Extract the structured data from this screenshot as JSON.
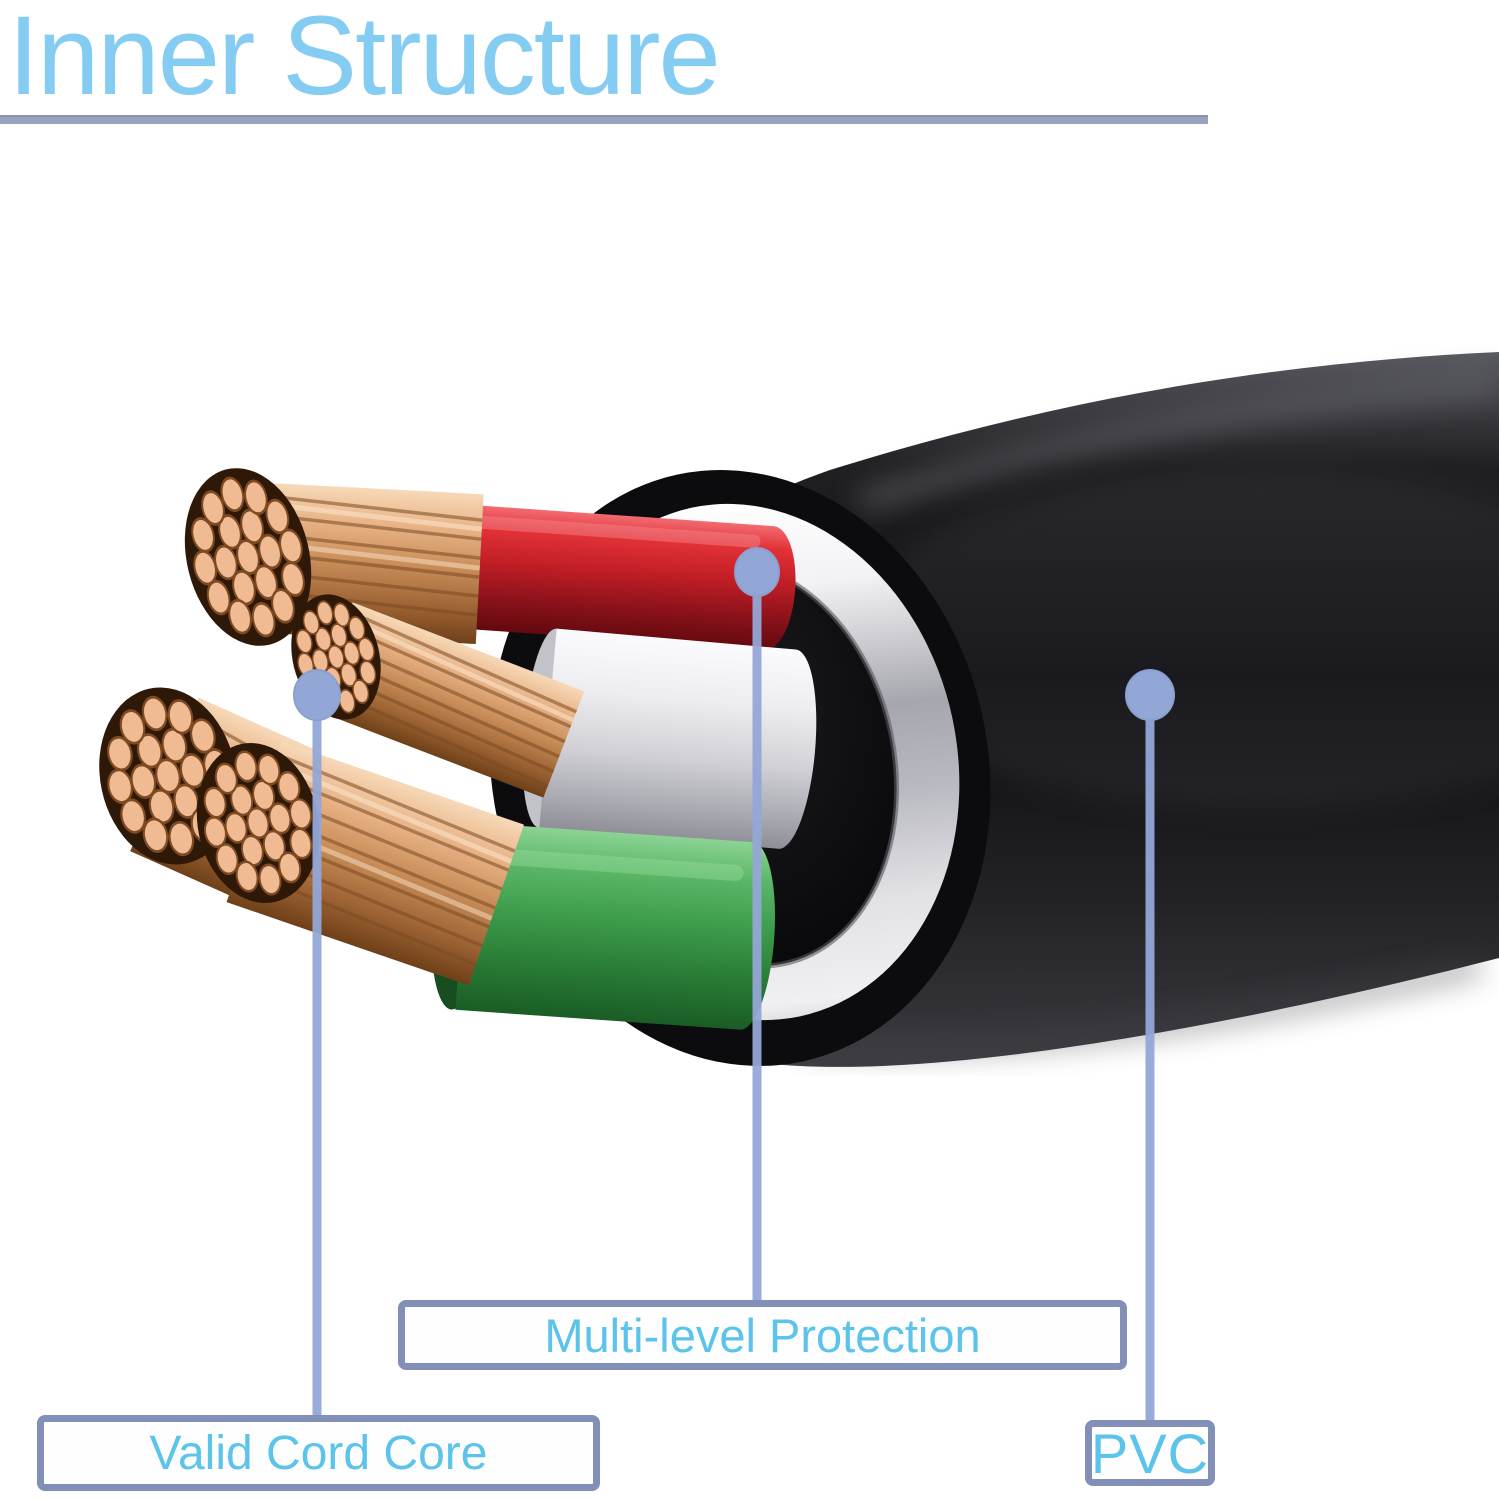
{
  "title": "Inner Structure",
  "callouts": [
    {
      "id": "multi-level-protection",
      "label": "Multi-level Protection"
    },
    {
      "id": "valid-cord-core",
      "label": "Valid Cord Core"
    },
    {
      "id": "pvc",
      "label": "PVC"
    }
  ],
  "colors": {
    "title_text": "#85CCF2",
    "label_text": "#5CC3EA",
    "callout_line": "#93A7D6",
    "box_border": "#8290B8",
    "divider": "#99A3BF",
    "jacket_black": "#121214",
    "shield_silver": "#D9D9DD",
    "wire_red": "#C32128",
    "wire_white": "#E9E9EC",
    "wire_green": "#3F9C4C",
    "copper": "#D89C6B"
  }
}
